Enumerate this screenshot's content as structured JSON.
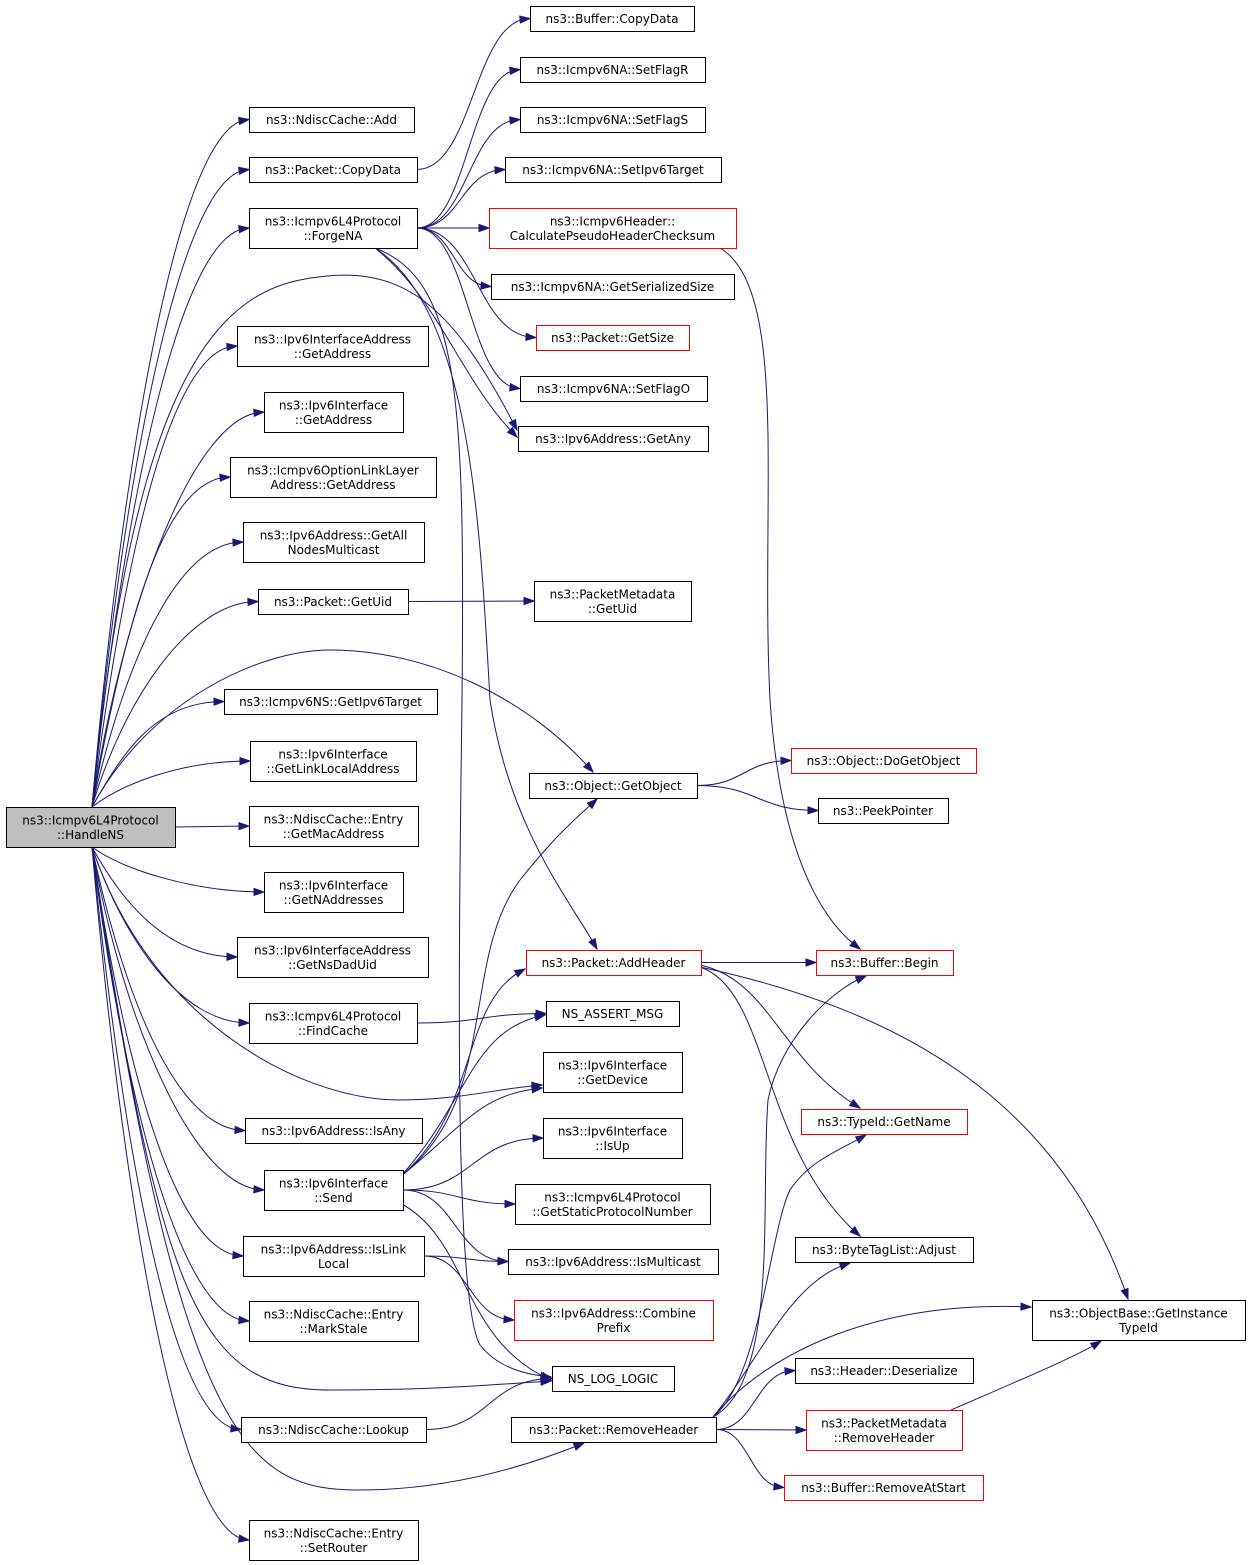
{
  "graph": {
    "nodes": {
      "root": {
        "label": [
          "ns3::Icmpv6L4Protocol",
          "::HandleNS"
        ],
        "style": "root"
      },
      "ndiscAdd": {
        "label": [
          "ns3::NdiscCache::Add"
        ]
      },
      "pktCopyData": {
        "label": [
          "ns3::Packet::CopyData"
        ]
      },
      "forgeNA": {
        "label": [
          "ns3::Icmpv6L4Protocol",
          "::ForgeNA"
        ]
      },
      "ifaddrGetAddress": {
        "label": [
          "ns3::Ipv6InterfaceAddress",
          "::GetAddress"
        ]
      },
      "ifaceGetAddress": {
        "label": [
          "ns3::Ipv6Interface",
          "::GetAddress"
        ]
      },
      "optGetAddress": {
        "label": [
          "ns3::Icmpv6OptionLinkLayer",
          "Address::GetAddress"
        ]
      },
      "getAllNodes": {
        "label": [
          "ns3::Ipv6Address::GetAll",
          "NodesMulticast"
        ]
      },
      "pktGetUid": {
        "label": [
          "ns3::Packet::GetUid"
        ]
      },
      "nsGetTarget": {
        "label": [
          "ns3::Icmpv6NS::GetIpv6Target"
        ]
      },
      "ifaceGetLinkLocal": {
        "label": [
          "ns3::Ipv6Interface",
          "::GetLinkLocalAddress"
        ]
      },
      "entryGetMac": {
        "label": [
          "ns3::NdiscCache::Entry",
          "::GetMacAddress"
        ]
      },
      "ifaceGetNAddr": {
        "label": [
          "ns3::Ipv6Interface",
          "::GetNAddresses"
        ]
      },
      "ifaddrGetNsDad": {
        "label": [
          "ns3::Ipv6InterfaceAddress",
          "::GetNsDadUid"
        ]
      },
      "findCache": {
        "label": [
          "ns3::Icmpv6L4Protocol",
          "::FindCache"
        ]
      },
      "addrIsAny": {
        "label": [
          "ns3::Ipv6Address::IsAny"
        ]
      },
      "ifaceSend": {
        "label": [
          "ns3::Ipv6Interface",
          "::Send"
        ]
      },
      "addrIsLinkLocal": {
        "label": [
          "ns3::Ipv6Address::IsLink",
          "Local"
        ]
      },
      "entryMarkStale": {
        "label": [
          "ns3::NdiscCache::Entry",
          "::MarkStale"
        ]
      },
      "ndiscLookup": {
        "label": [
          "ns3::NdiscCache::Lookup"
        ]
      },
      "entrySetRouter": {
        "label": [
          "ns3::NdiscCache::Entry",
          "::SetRouter"
        ]
      },
      "bufCopyData": {
        "label": [
          "ns3::Buffer::CopyData"
        ]
      },
      "naSetFlagR": {
        "label": [
          "ns3::Icmpv6NA::SetFlagR"
        ]
      },
      "naSetFlagS": {
        "label": [
          "ns3::Icmpv6NA::SetFlagS"
        ]
      },
      "naSetTarget": {
        "label": [
          "ns3::Icmpv6NA::SetIpv6Target"
        ]
      },
      "calcPseudo": {
        "label": [
          "ns3::Icmpv6Header::",
          "CalculatePseudoHeaderChecksum"
        ],
        "style": "red"
      },
      "naGetSerSize": {
        "label": [
          "ns3::Icmpv6NA::GetSerializedSize"
        ]
      },
      "pktGetSize": {
        "label": [
          "ns3::Packet::GetSize"
        ],
        "style": "red"
      },
      "naSetFlagO": {
        "label": [
          "ns3::Icmpv6NA::SetFlagO"
        ]
      },
      "addrGetAny": {
        "label": [
          "ns3::Ipv6Address::GetAny"
        ]
      },
      "pmGetUid": {
        "label": [
          "ns3::PacketMetadata",
          "::GetUid"
        ]
      },
      "objGetObject": {
        "label": [
          "ns3::Object::GetObject"
        ]
      },
      "pktAddHeader": {
        "label": [
          "ns3::Packet::AddHeader"
        ],
        "style": "red"
      },
      "assertMsg": {
        "label": [
          "NS_ASSERT_MSG"
        ]
      },
      "ifaceGetDevice": {
        "label": [
          "ns3::Ipv6Interface",
          "::GetDevice"
        ]
      },
      "ifaceIsUp": {
        "label": [
          "ns3::Ipv6Interface",
          "::IsUp"
        ]
      },
      "getStaticProto": {
        "label": [
          "ns3::Icmpv6L4Protocol",
          "::GetStaticProtocolNumber"
        ]
      },
      "addrIsMulticast": {
        "label": [
          "ns3::Ipv6Address::IsMulticast"
        ]
      },
      "combinePrefix": {
        "label": [
          "ns3::Ipv6Address::Combine",
          "Prefix"
        ],
        "style": "red"
      },
      "logLogic": {
        "label": [
          "NS_LOG_LOGIC"
        ]
      },
      "pktRemoveHeader": {
        "label": [
          "ns3::Packet::RemoveHeader"
        ]
      },
      "objDoGetObject": {
        "label": [
          "ns3::Object::DoGetObject"
        ],
        "style": "red"
      },
      "peekPointer": {
        "label": [
          "ns3::PeekPointer"
        ]
      },
      "bufBegin": {
        "label": [
          "ns3::Buffer::Begin"
        ],
        "style": "red"
      },
      "typeIdGetName": {
        "label": [
          "ns3::TypeId::GetName"
        ],
        "style": "red"
      },
      "byteTagAdjust": {
        "label": [
          "ns3::ByteTagList::Adjust"
        ]
      },
      "objBaseGetTid": {
        "label": [
          "ns3::ObjectBase::GetInstance",
          "TypeId"
        ]
      },
      "headerDeserialize": {
        "label": [
          "ns3::Header::Deserialize"
        ]
      },
      "pmRemoveHeader": {
        "label": [
          "ns3::PacketMetadata",
          "::RemoveHeader"
        ],
        "style": "red"
      },
      "bufRemoveAtStart": {
        "label": [
          "ns3::Buffer::RemoveAtStart"
        ],
        "style": "red"
      }
    },
    "edges": [
      [
        "root",
        "ndiscAdd"
      ],
      [
        "root",
        "pktCopyData"
      ],
      [
        "root",
        "forgeNA"
      ],
      [
        "root",
        "ifaddrGetAddress"
      ],
      [
        "root",
        "ifaceGetAddress"
      ],
      [
        "root",
        "optGetAddress"
      ],
      [
        "root",
        "getAllNodes"
      ],
      [
        "root",
        "pktGetUid"
      ],
      [
        "root",
        "nsGetTarget"
      ],
      [
        "root",
        "ifaceGetLinkLocal"
      ],
      [
        "root",
        "entryGetMac"
      ],
      [
        "root",
        "ifaceGetNAddr"
      ],
      [
        "root",
        "ifaddrGetNsDad"
      ],
      [
        "root",
        "findCache"
      ],
      [
        "root",
        "addrIsAny"
      ],
      [
        "root",
        "ifaceSend"
      ],
      [
        "root",
        "addrIsLinkLocal"
      ],
      [
        "root",
        "entryMarkStale"
      ],
      [
        "root",
        "ndiscLookup"
      ],
      [
        "root",
        "entrySetRouter"
      ],
      [
        "root",
        "objGetObject"
      ],
      [
        "root",
        "addrGetAny"
      ],
      [
        "root",
        "ifaceGetDevice"
      ],
      [
        "root",
        "logLogic"
      ],
      [
        "root",
        "pktRemoveHeader"
      ],
      [
        "pktCopyData",
        "bufCopyData"
      ],
      [
        "forgeNA",
        "naSetFlagR"
      ],
      [
        "forgeNA",
        "naSetFlagS"
      ],
      [
        "forgeNA",
        "naSetTarget"
      ],
      [
        "forgeNA",
        "calcPseudo"
      ],
      [
        "forgeNA",
        "naGetSerSize"
      ],
      [
        "forgeNA",
        "pktGetSize"
      ],
      [
        "forgeNA",
        "naSetFlagO"
      ],
      [
        "forgeNA",
        "addrGetAny"
      ],
      [
        "forgeNA",
        "pktAddHeader"
      ],
      [
        "forgeNA",
        "logLogic"
      ],
      [
        "pktGetUid",
        "pmGetUid"
      ],
      [
        "findCache",
        "assertMsg"
      ],
      [
        "ifaceSend",
        "objGetObject"
      ],
      [
        "ifaceSend",
        "pktAddHeader"
      ],
      [
        "ifaceSend",
        "assertMsg"
      ],
      [
        "ifaceSend",
        "ifaceGetDevice"
      ],
      [
        "ifaceSend",
        "ifaceIsUp"
      ],
      [
        "ifaceSend",
        "getStaticProto"
      ],
      [
        "ifaceSend",
        "addrIsMulticast"
      ],
      [
        "ifaceSend",
        "logLogic"
      ],
      [
        "addrIsLinkLocal",
        "addrIsMulticast"
      ],
      [
        "addrIsLinkLocal",
        "combinePrefix"
      ],
      [
        "ndiscLookup",
        "logLogic"
      ],
      [
        "calcPseudo",
        "bufBegin"
      ],
      [
        "objGetObject",
        "objDoGetObject"
      ],
      [
        "objGetObject",
        "peekPointer"
      ],
      [
        "pktAddHeader",
        "bufBegin"
      ],
      [
        "pktAddHeader",
        "typeIdGetName"
      ],
      [
        "pktAddHeader",
        "byteTagAdjust"
      ],
      [
        "pktAddHeader",
        "objBaseGetTid"
      ],
      [
        "pktRemoveHeader",
        "bufBegin"
      ],
      [
        "pktRemoveHeader",
        "typeIdGetName"
      ],
      [
        "pktRemoveHeader",
        "byteTagAdjust"
      ],
      [
        "pktRemoveHeader",
        "objBaseGetTid"
      ],
      [
        "pktRemoveHeader",
        "headerDeserialize"
      ],
      [
        "pktRemoveHeader",
        "pmRemoveHeader"
      ],
      [
        "pktRemoveHeader",
        "bufRemoveAtStart"
      ],
      [
        "pmRemoveHeader",
        "objBaseGetTid"
      ]
    ]
  }
}
